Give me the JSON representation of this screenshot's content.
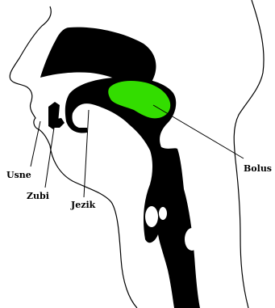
{
  "diagram": {
    "labels": {
      "lips": "Usne",
      "teeth": "Zubi",
      "tongue": "Jezik",
      "bolus": "Bolus"
    },
    "colors": {
      "tissue": "#000000",
      "bolus": "#33dd00",
      "outline": "#000000",
      "background": "#ffffff"
    }
  }
}
